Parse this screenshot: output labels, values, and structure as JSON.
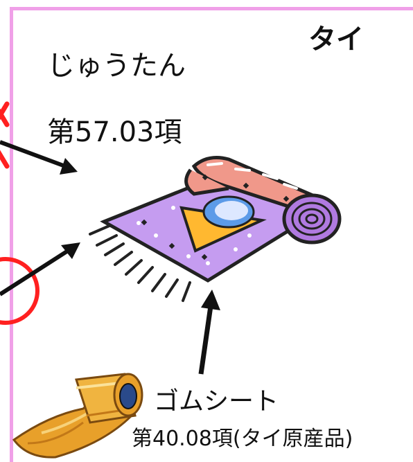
{
  "country_label": "タイ",
  "product": {
    "name": "じゅうたん",
    "heading": "第57.03項"
  },
  "component": {
    "name": "ゴムシート",
    "heading": "第40.08項(タイ原産品)"
  },
  "colors": {
    "frame": "#f0a0e8",
    "cross_mark": "#ff2020",
    "circle_mark": "#ff2020",
    "arrow": "#111111",
    "rug_body": "#c59cf0",
    "rug_roll": "#f0988a",
    "roll_end": "#b07ae0",
    "rubber_roll": "#e8a02a"
  },
  "icons": [
    "rug-clipart",
    "rubber-sheet-roll-clipart",
    "cross-mark-icon",
    "circle-mark-icon",
    "arrow-icon"
  ]
}
